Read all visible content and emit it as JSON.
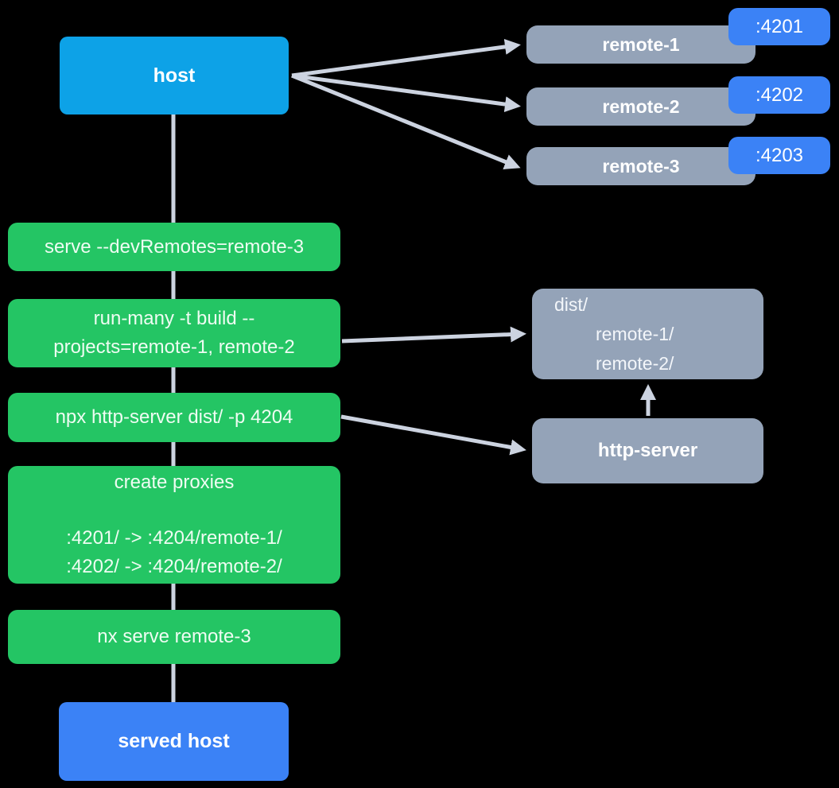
{
  "colors": {
    "background": "#000000",
    "host_blue": "#0da2e7",
    "remote_gray": "#94a3b8",
    "port_blue": "#3b82f6",
    "command_green": "#24c564",
    "edge_gray": "#ccd3e0",
    "text_white": "#ffffff"
  },
  "host": {
    "label": "host"
  },
  "remotes": [
    {
      "label": "remote-1",
      "port": ":4201"
    },
    {
      "label": "remote-2",
      "port": ":4202"
    },
    {
      "label": "remote-3",
      "port": ":4203"
    }
  ],
  "steps": [
    {
      "text": "serve --devRemotes=remote-3"
    },
    {
      "line1": "run-many -t build --",
      "line2": "projects=remote-1, remote-2"
    },
    {
      "text": "npx http-server dist/ -p 4204"
    },
    {
      "title": "create proxies",
      "proxy1": ":4201/ -> :4204/remote-1/",
      "proxy2": ":4202/ -> :4204/remote-2/"
    },
    {
      "text": "nx serve remote-3"
    }
  ],
  "dist": {
    "line1": "dist/",
    "line2": "remote-1/",
    "line3": "remote-2/"
  },
  "http_server": {
    "label": "http-server"
  },
  "served_host": {
    "label": "served host"
  }
}
